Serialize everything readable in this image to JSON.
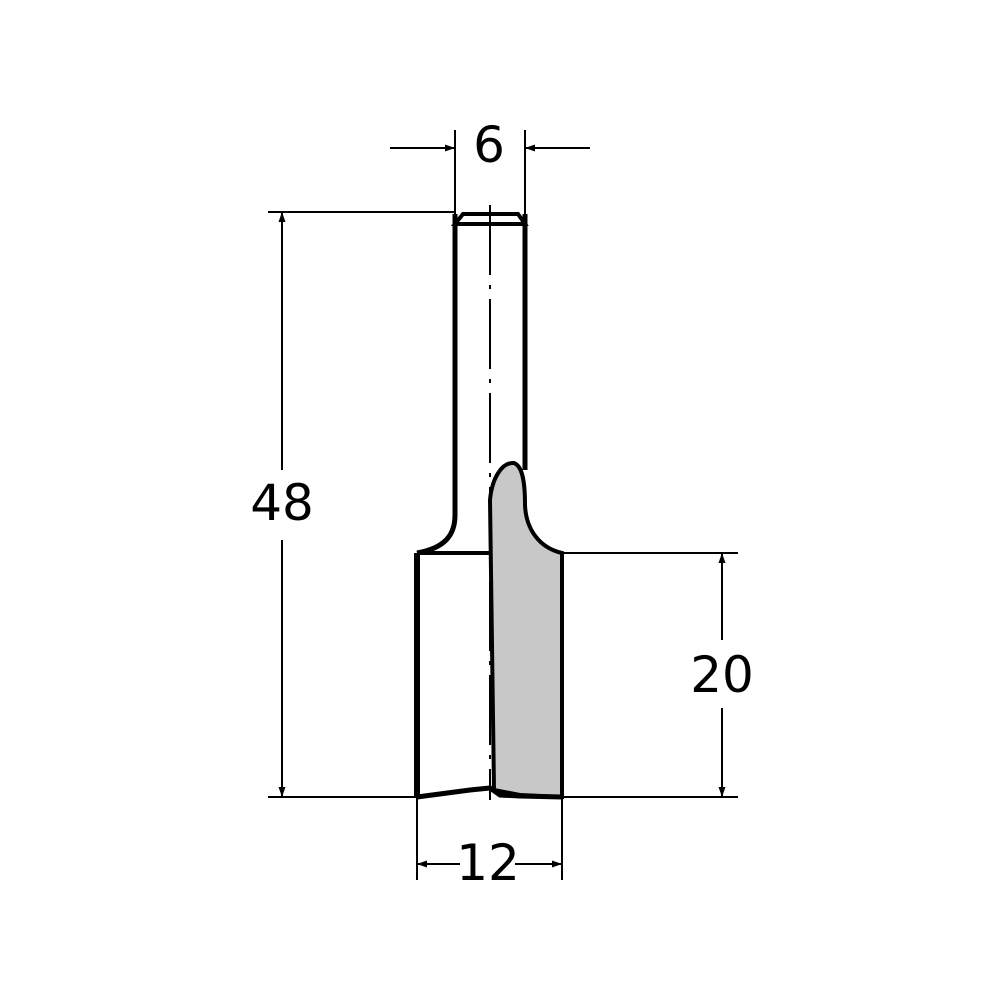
{
  "diagram": {
    "type": "technical-drawing",
    "subject": "straight router bit side profile",
    "colors": {
      "line": "#000000",
      "cutter_fill": "#c8c8c8",
      "background": "#ffffff"
    },
    "dimensions": {
      "shank_diameter": "6",
      "overall_length": "48",
      "cutting_length": "20",
      "cutting_diameter": "12"
    }
  }
}
